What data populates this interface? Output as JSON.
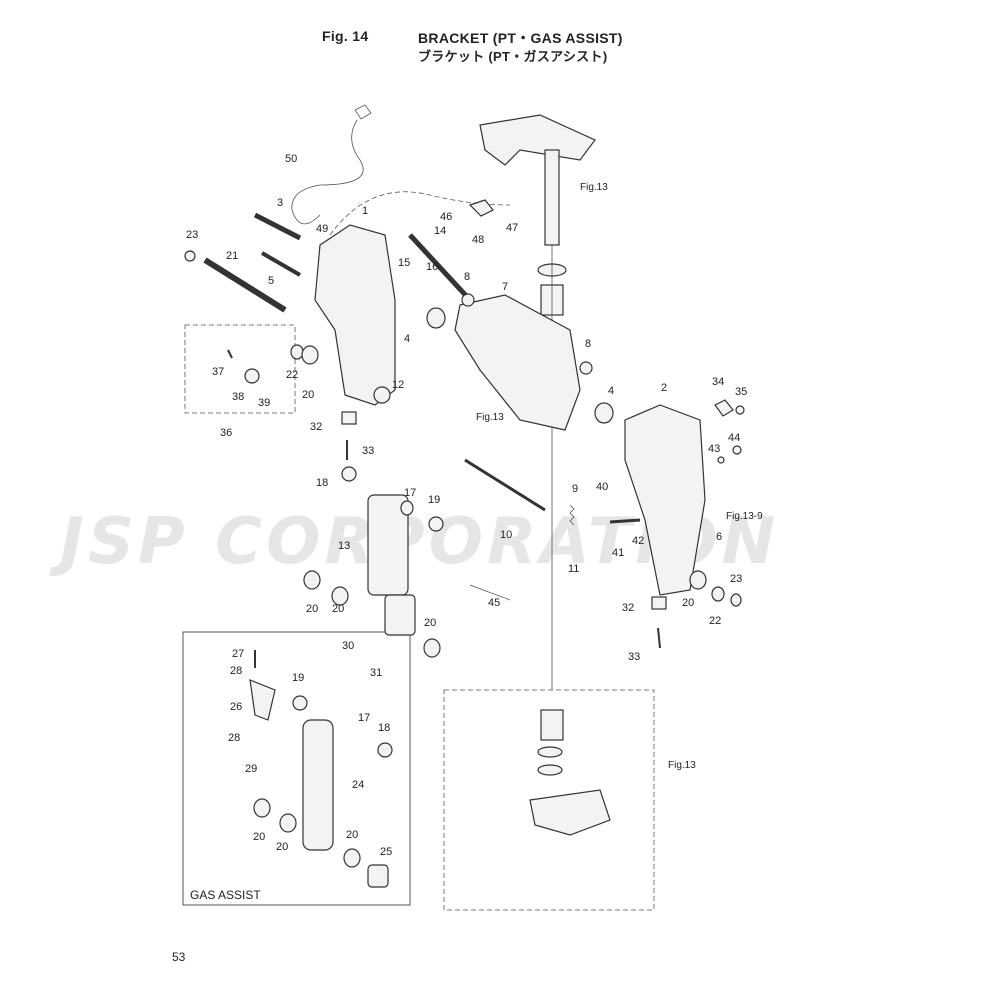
{
  "header": {
    "fig_number": "Fig. 14",
    "title": "BRACKET (PT・GAS ASSIST)",
    "title_jp": "ブラケット (PT・ガスアシスト)"
  },
  "watermark": "JSP CORPORATION",
  "page_number": "53",
  "gas_assist_label": "GAS ASSIST",
  "figure_refs": [
    "Fig.13",
    "Fig.13",
    "Fig.13-9",
    "Fig.13"
  ],
  "callouts": [
    "50",
    "3",
    "49",
    "1",
    "23",
    "21",
    "5",
    "14",
    "46",
    "47",
    "48",
    "15",
    "16",
    "8",
    "7",
    "4",
    "8",
    "37",
    "22",
    "20",
    "38",
    "39",
    "12",
    "36",
    "32",
    "33",
    "4",
    "2",
    "34",
    "35",
    "43",
    "44",
    "18",
    "17",
    "19",
    "9",
    "40",
    "6",
    "10",
    "13",
    "41",
    "42",
    "11",
    "45",
    "20",
    "20",
    "20",
    "20",
    "23",
    "22",
    "32",
    "30",
    "31",
    "33",
    "27",
    "28",
    "19",
    "26",
    "17",
    "18",
    "28",
    "29",
    "24",
    "20",
    "20",
    "20",
    "25"
  ]
}
